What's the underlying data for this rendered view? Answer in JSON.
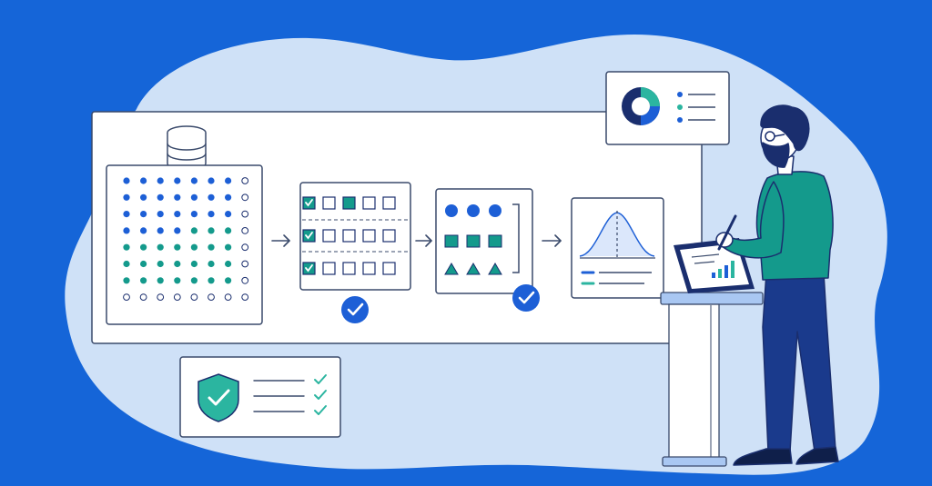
{
  "palette": {
    "background": "#1565d8",
    "blob": "#cfe1f7",
    "panel": "#ffffff",
    "panel_border": "#3a4a6b",
    "navy": "#1a2e6e",
    "blue": "#1d5fd6",
    "teal": "#149a8c",
    "teal_light": "#2bb5a0",
    "curve_fill": "#dbe7fb"
  },
  "scene": {
    "description_icons": [
      "database-icon",
      "dot-matrix-dataset",
      "checklist-filter",
      "feature-grouping",
      "distribution-chart",
      "donut-chart-card",
      "security-shield-card",
      "person-with-tablet"
    ],
    "dot_grid": {
      "columns": 8,
      "rows": 8
    },
    "checklist_rows": 3,
    "shapes_groups": [
      "circle",
      "square",
      "triangle"
    ]
  }
}
